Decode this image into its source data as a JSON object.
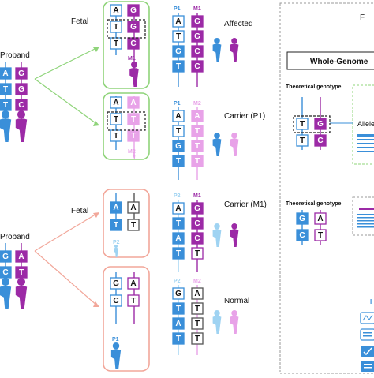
{
  "colors": {
    "paternal": "#3a8fd9",
    "maternal": "#9c2aa6",
    "paternal_light": "#9fd3f2",
    "maternal_light": "#e8a2e8",
    "green_box": "#8fd47a",
    "salmon_box": "#f2a79a",
    "dashed": "#222222"
  },
  "labels": {
    "fetal_top": "Fetal",
    "fetal_bottom": "Fetal",
    "proband_top": "Proband",
    "proband_bottom": "Proband",
    "p1": "P1",
    "p2": "P2",
    "m1": "M1",
    "m2": "M2"
  },
  "outcomes": {
    "affected": "Affected",
    "carrier_p1": "Carrier (P1)",
    "carrier_m1": "Carrier (M1)",
    "normal": "Normal"
  },
  "panel": {
    "title_fragment": "F",
    "whole_genome": "Whole-Genome",
    "theoretical_genotype_1": "Theoretical genotype",
    "theoretical_genotype_2": "Theoretical genotype",
    "allele_fragment": "Allele",
    "legend_fragment": "I"
  },
  "bases": {
    "proband_top": [
      [
        "A",
        "G"
      ],
      [
        "T",
        "G"
      ],
      [
        "T",
        "C"
      ]
    ],
    "fetal_1": [
      [
        "A",
        "G"
      ],
      [
        "T",
        "G"
      ],
      [
        "T",
        "C"
      ]
    ],
    "fetal_2": [
      [
        "A",
        "A"
      ],
      [
        "T",
        "T"
      ],
      [
        "T",
        "T"
      ]
    ],
    "fetal_3": [
      [
        "A",
        "A"
      ],
      [
        "T",
        "T"
      ]
    ],
    "fetal_4": [
      [
        "G",
        "A"
      ],
      [
        "C",
        "T"
      ]
    ],
    "proband_bottom": [
      [
        "G",
        "A"
      ],
      [
        "C",
        "T"
      ]
    ],
    "hap_1": [
      [
        "A",
        "G"
      ],
      [
        "T",
        "G"
      ],
      [
        "G",
        "C"
      ],
      [
        "T",
        "C"
      ]
    ],
    "hap_2": [
      [
        "A",
        "A"
      ],
      [
        "T",
        "T"
      ],
      [
        "G",
        "T"
      ],
      [
        "T",
        "T"
      ]
    ],
    "hap_3": [
      [
        "A",
        "G"
      ],
      [
        "T",
        "C"
      ],
      [
        "A",
        "C"
      ],
      [
        "T",
        "T"
      ]
    ],
    "hap_4": [
      [
        "G",
        "A"
      ],
      [
        "T",
        "T"
      ],
      [
        "A",
        "T"
      ],
      [
        "T",
        "T"
      ]
    ],
    "theo_1": [
      [
        "T",
        "G"
      ],
      [
        "T",
        "C"
      ]
    ],
    "theo_2": [
      [
        "G",
        "A"
      ],
      [
        "C",
        "T"
      ]
    ]
  }
}
